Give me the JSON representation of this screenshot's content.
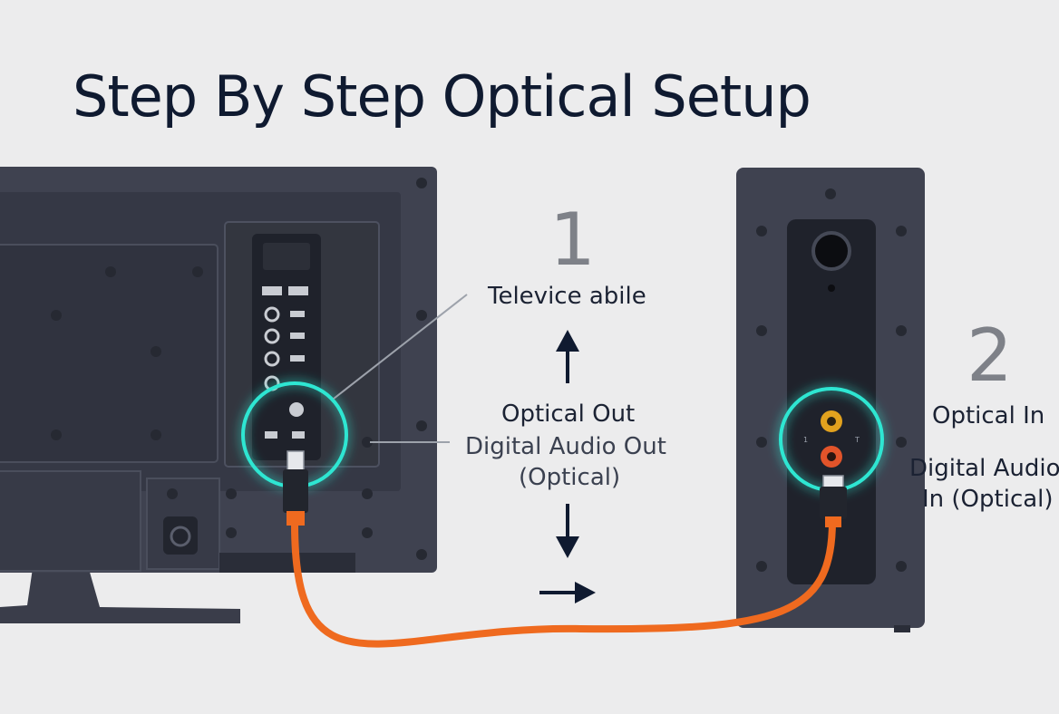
{
  "title": "Step By Step Optical Setup",
  "steps": [
    {
      "number": "1",
      "caption": "Televice abile"
    },
    {
      "number": "2"
    }
  ],
  "labels": {
    "tv_port_line1": "Optical Out",
    "tv_port_line2": "Digital Audio Out",
    "tv_port_line3": "(Optical)",
    "sb_port_line1": "Optical In",
    "sb_port_line2": "Digital Audio",
    "sb_port_line3": "In (Optical)"
  },
  "colors": {
    "background": "#ececed",
    "device_body": "#3c3f4c",
    "device_dark": "#2a2d38",
    "cable": "#ef6a1f",
    "highlight_ring": "#2fe6d2",
    "arrow": "#0f1a30"
  }
}
